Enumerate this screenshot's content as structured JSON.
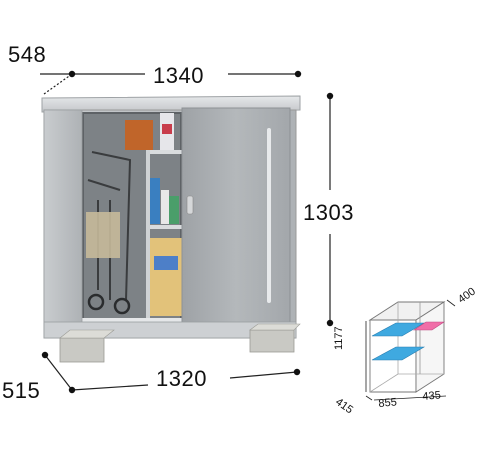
{
  "dimensions": {
    "top_depth": "548",
    "top_width": "1340",
    "height": "1303",
    "base_depth": "515",
    "base_width": "1320"
  },
  "interior_diagram": {
    "height": "1177",
    "top_depth": "400",
    "depth": "415",
    "width_main": "855",
    "width_side": "435"
  },
  "colors": {
    "shelf_blue": "#3fa9e0",
    "shelf_pink": "#f06ea8",
    "body_silver": "#b8bcbf",
    "door_grey": "#a9adb1"
  }
}
